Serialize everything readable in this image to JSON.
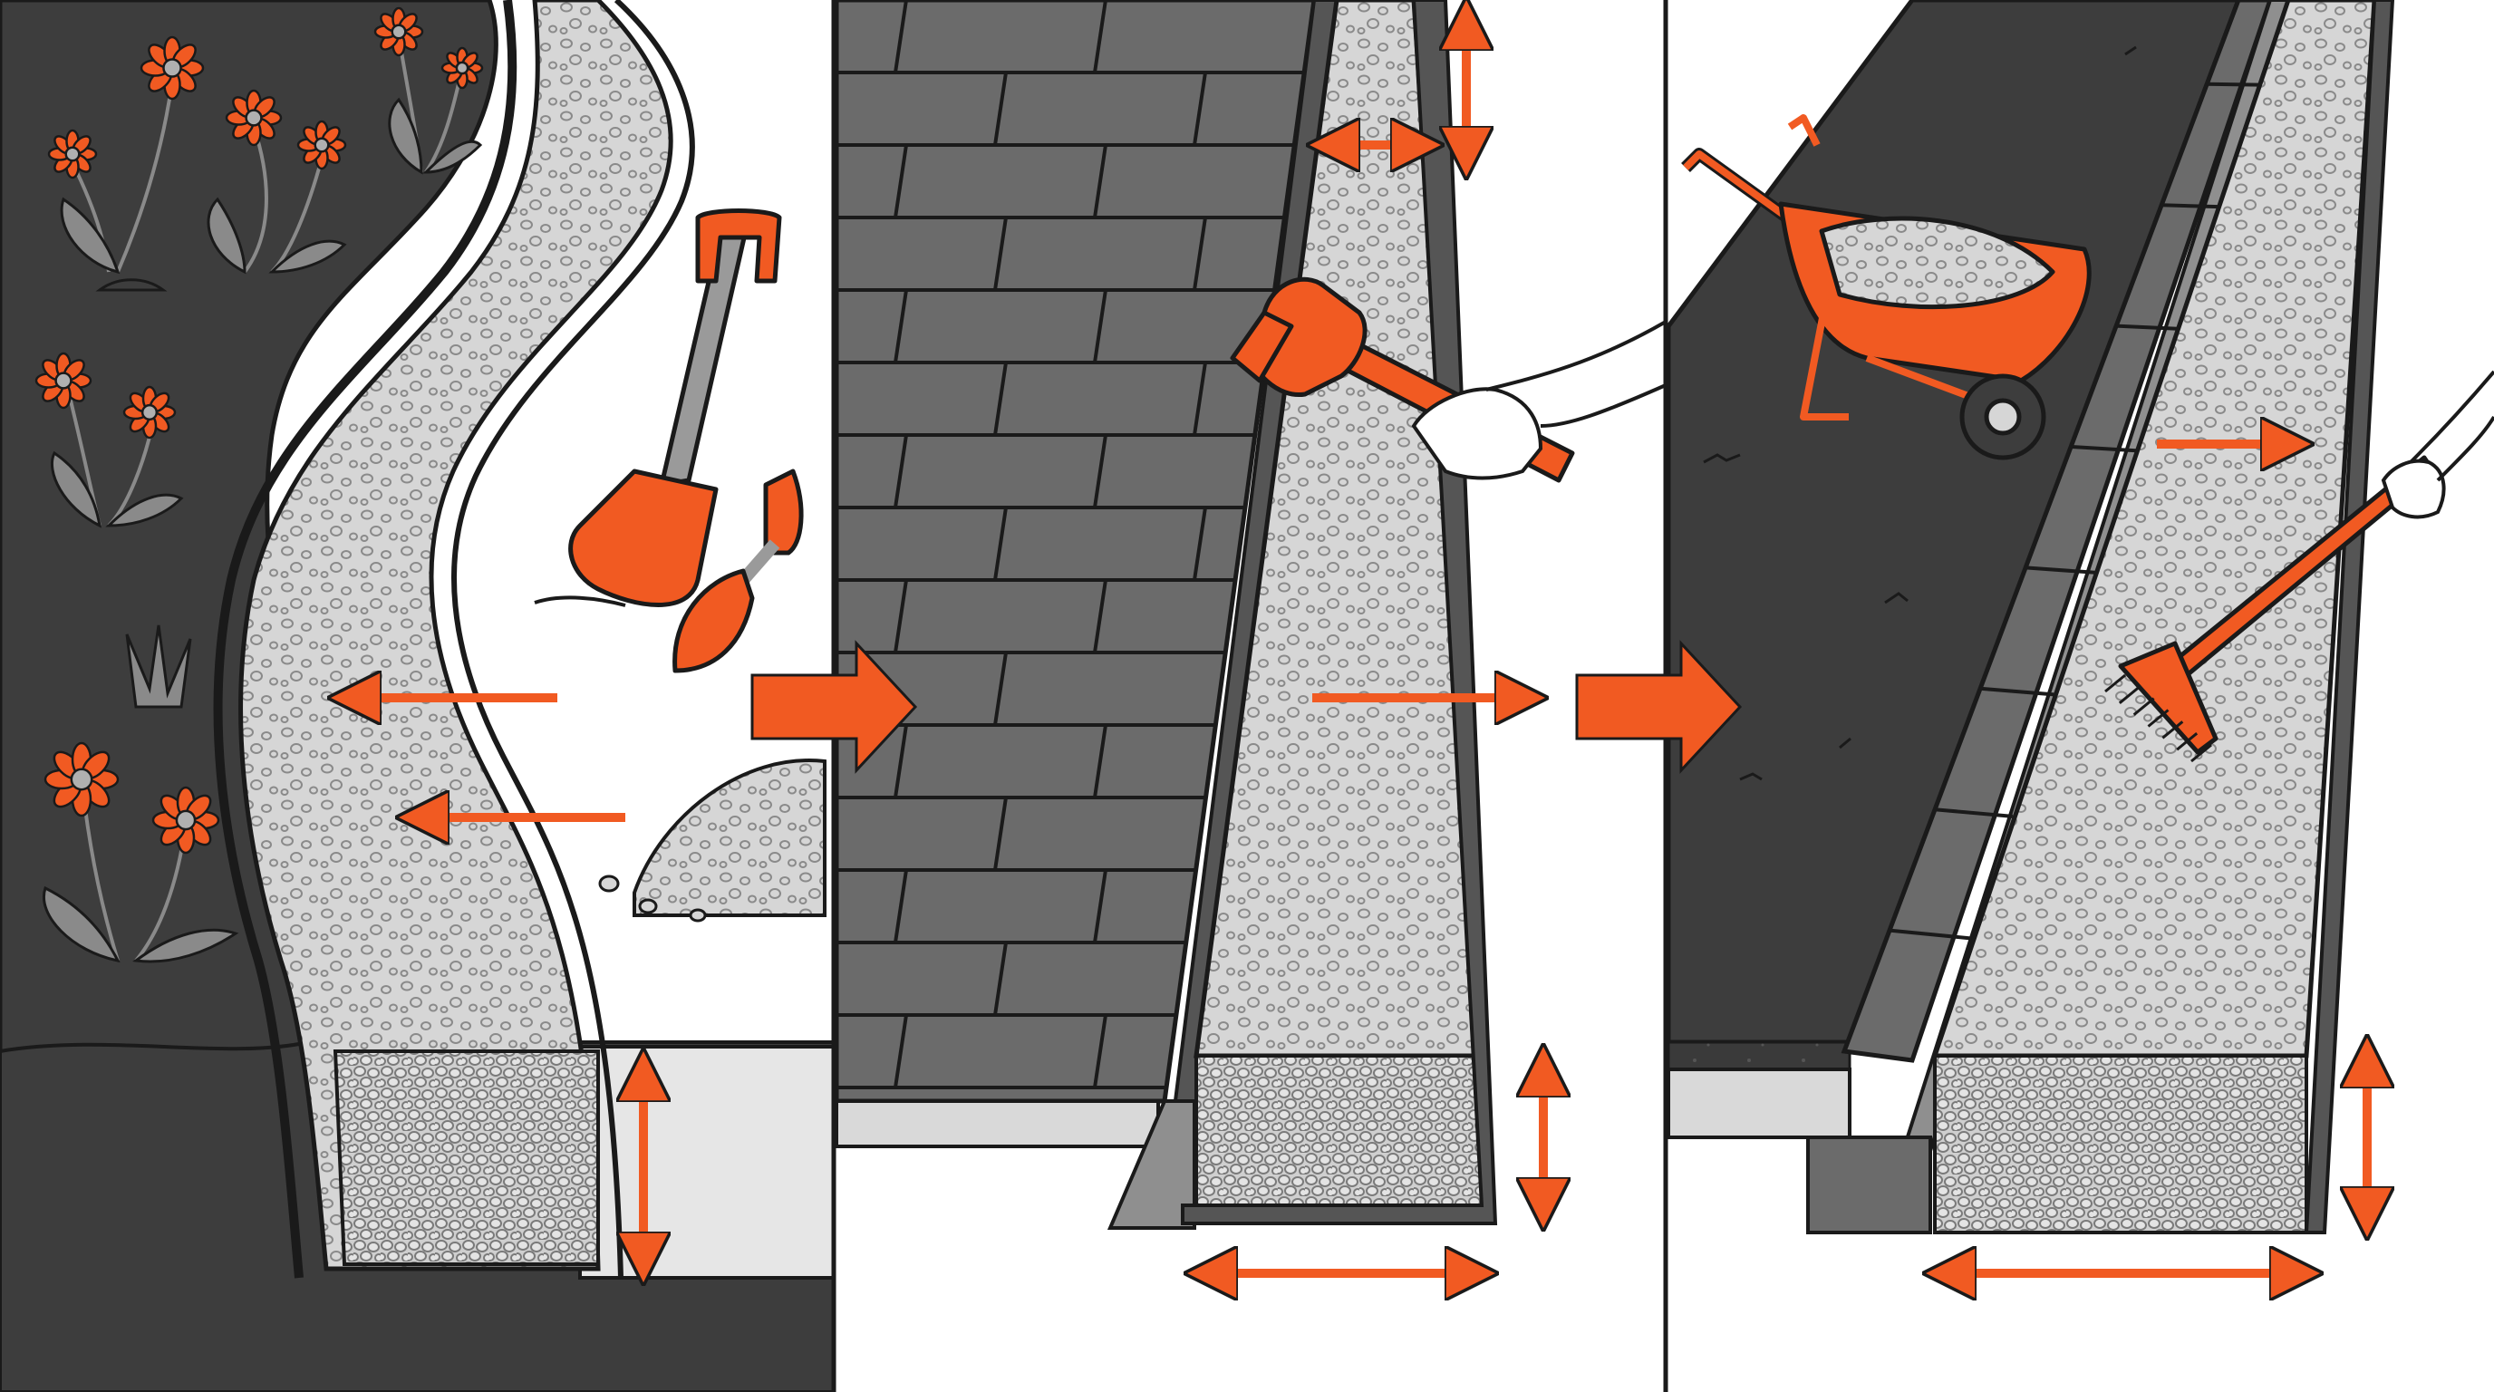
{
  "figure": {
    "description_visible_text": "",
    "panels": [
      {
        "id": "panel-1",
        "tools": [
          "spade-icon",
          "trowel-icon"
        ],
        "material": "gravel-pile"
      },
      {
        "id": "panel-2",
        "tools": [
          "mallet-icon"
        ],
        "material": "compacted-gravel-base"
      },
      {
        "id": "panel-3",
        "tools": [
          "wheelbarrow-icon",
          "rake-icon"
        ],
        "material": "gravel-fill"
      }
    ],
    "colors": {
      "accent_orange": "#f15a22",
      "soil_dark": "#3d3d3d",
      "gravel_light": "#d6d6d6",
      "paving_gray": "#6b6b6b",
      "outline": "#1a1a1a",
      "background": "#ffffff",
      "flower_center": "#b0b0b0",
      "leaf_gray": "#8a8a8a"
    }
  }
}
